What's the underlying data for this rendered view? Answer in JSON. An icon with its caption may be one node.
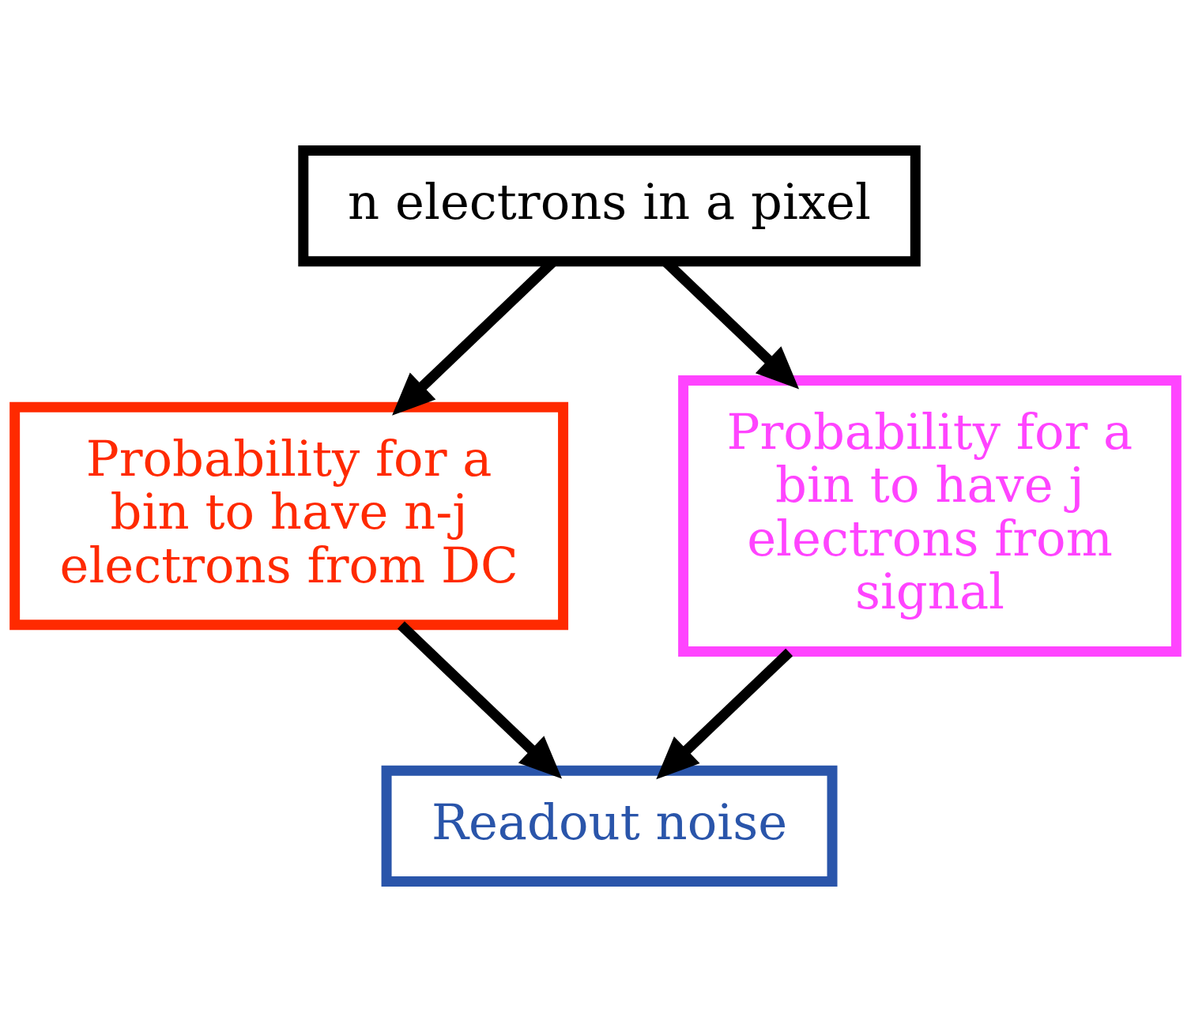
{
  "diagram": {
    "nodes": [
      {
        "text": [
          "n electrons in a pixel"
        ]
      },
      {
        "text": [
          "Probability for a bin to have n-j electrons from DC"
        ]
      },
      {
        "text": [
          "Probability for a bin to have j electrons from signal"
        ]
      },
      {
        "text": [
          "Readout noise"
        ]
      }
    ],
    "edges": [
      {
        "from": 0,
        "to": 1,
        "arrow": "to"
      },
      {
        "from": 0,
        "to": 2,
        "arrow": "to"
      },
      {
        "from": 1,
        "to": 3,
        "arrow": "to"
      },
      {
        "from": 2,
        "to": 3,
        "arrow": "to"
      }
    ]
  }
}
